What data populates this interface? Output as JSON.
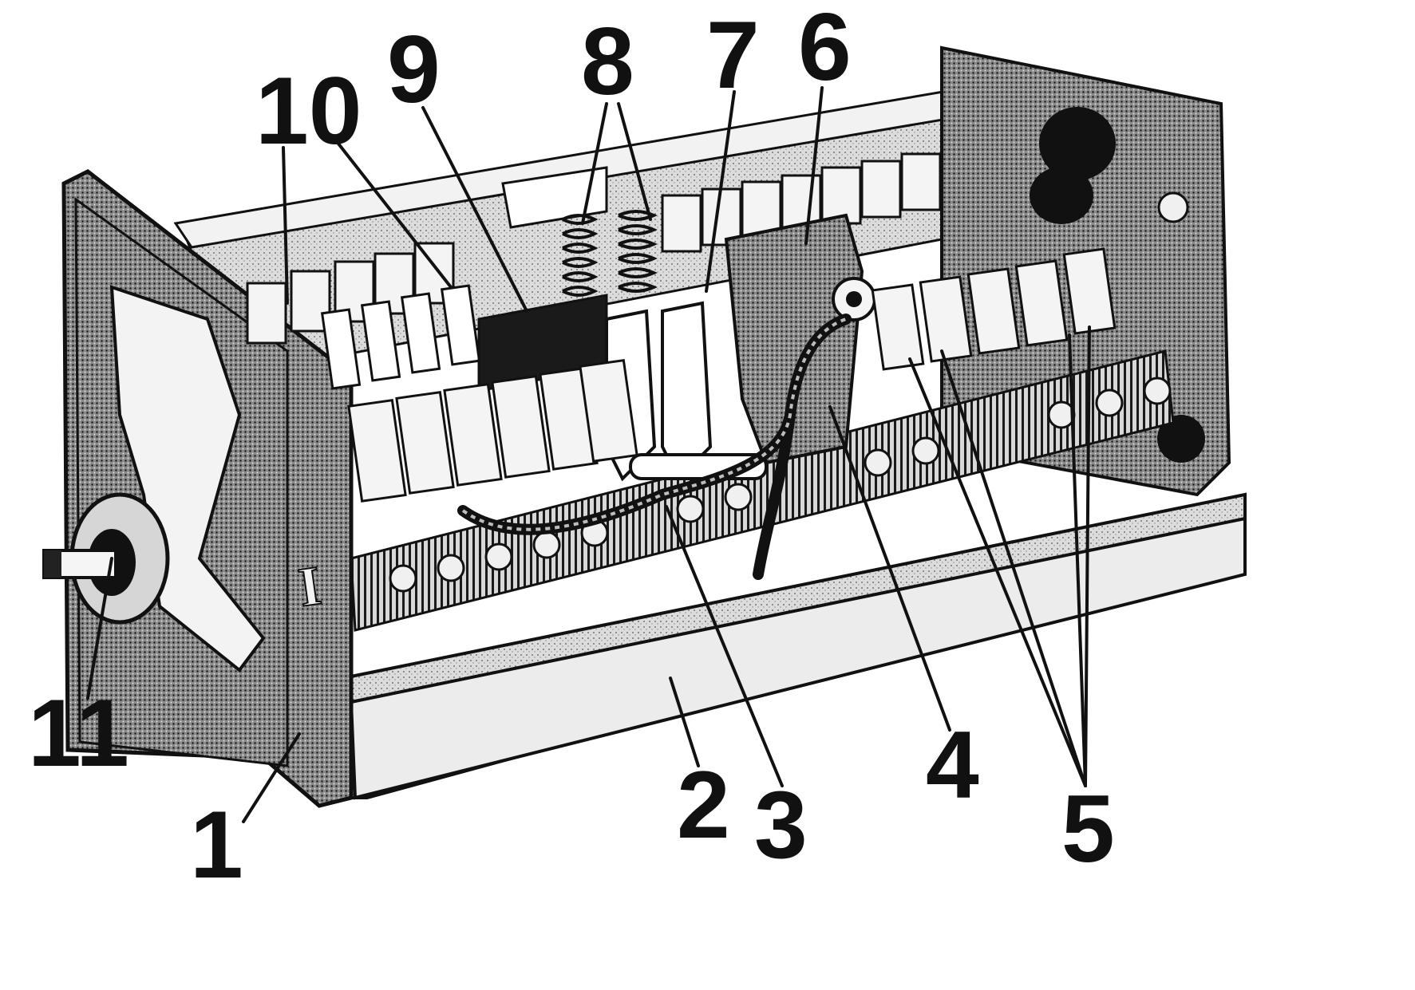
{
  "callouts": [
    {
      "id": "1",
      "label": "1"
    },
    {
      "id": "2",
      "label": "2"
    },
    {
      "id": "3",
      "label": "3"
    },
    {
      "id": "4",
      "label": "4"
    },
    {
      "id": "5",
      "label": "5"
    },
    {
      "id": "6",
      "label": "6"
    },
    {
      "id": "7",
      "label": "7"
    },
    {
      "id": "8",
      "label": "8"
    },
    {
      "id": "9",
      "label": "9"
    },
    {
      "id": "10",
      "label": "10"
    },
    {
      "id": "11",
      "label": "11"
    }
  ],
  "housing_marking": "I"
}
